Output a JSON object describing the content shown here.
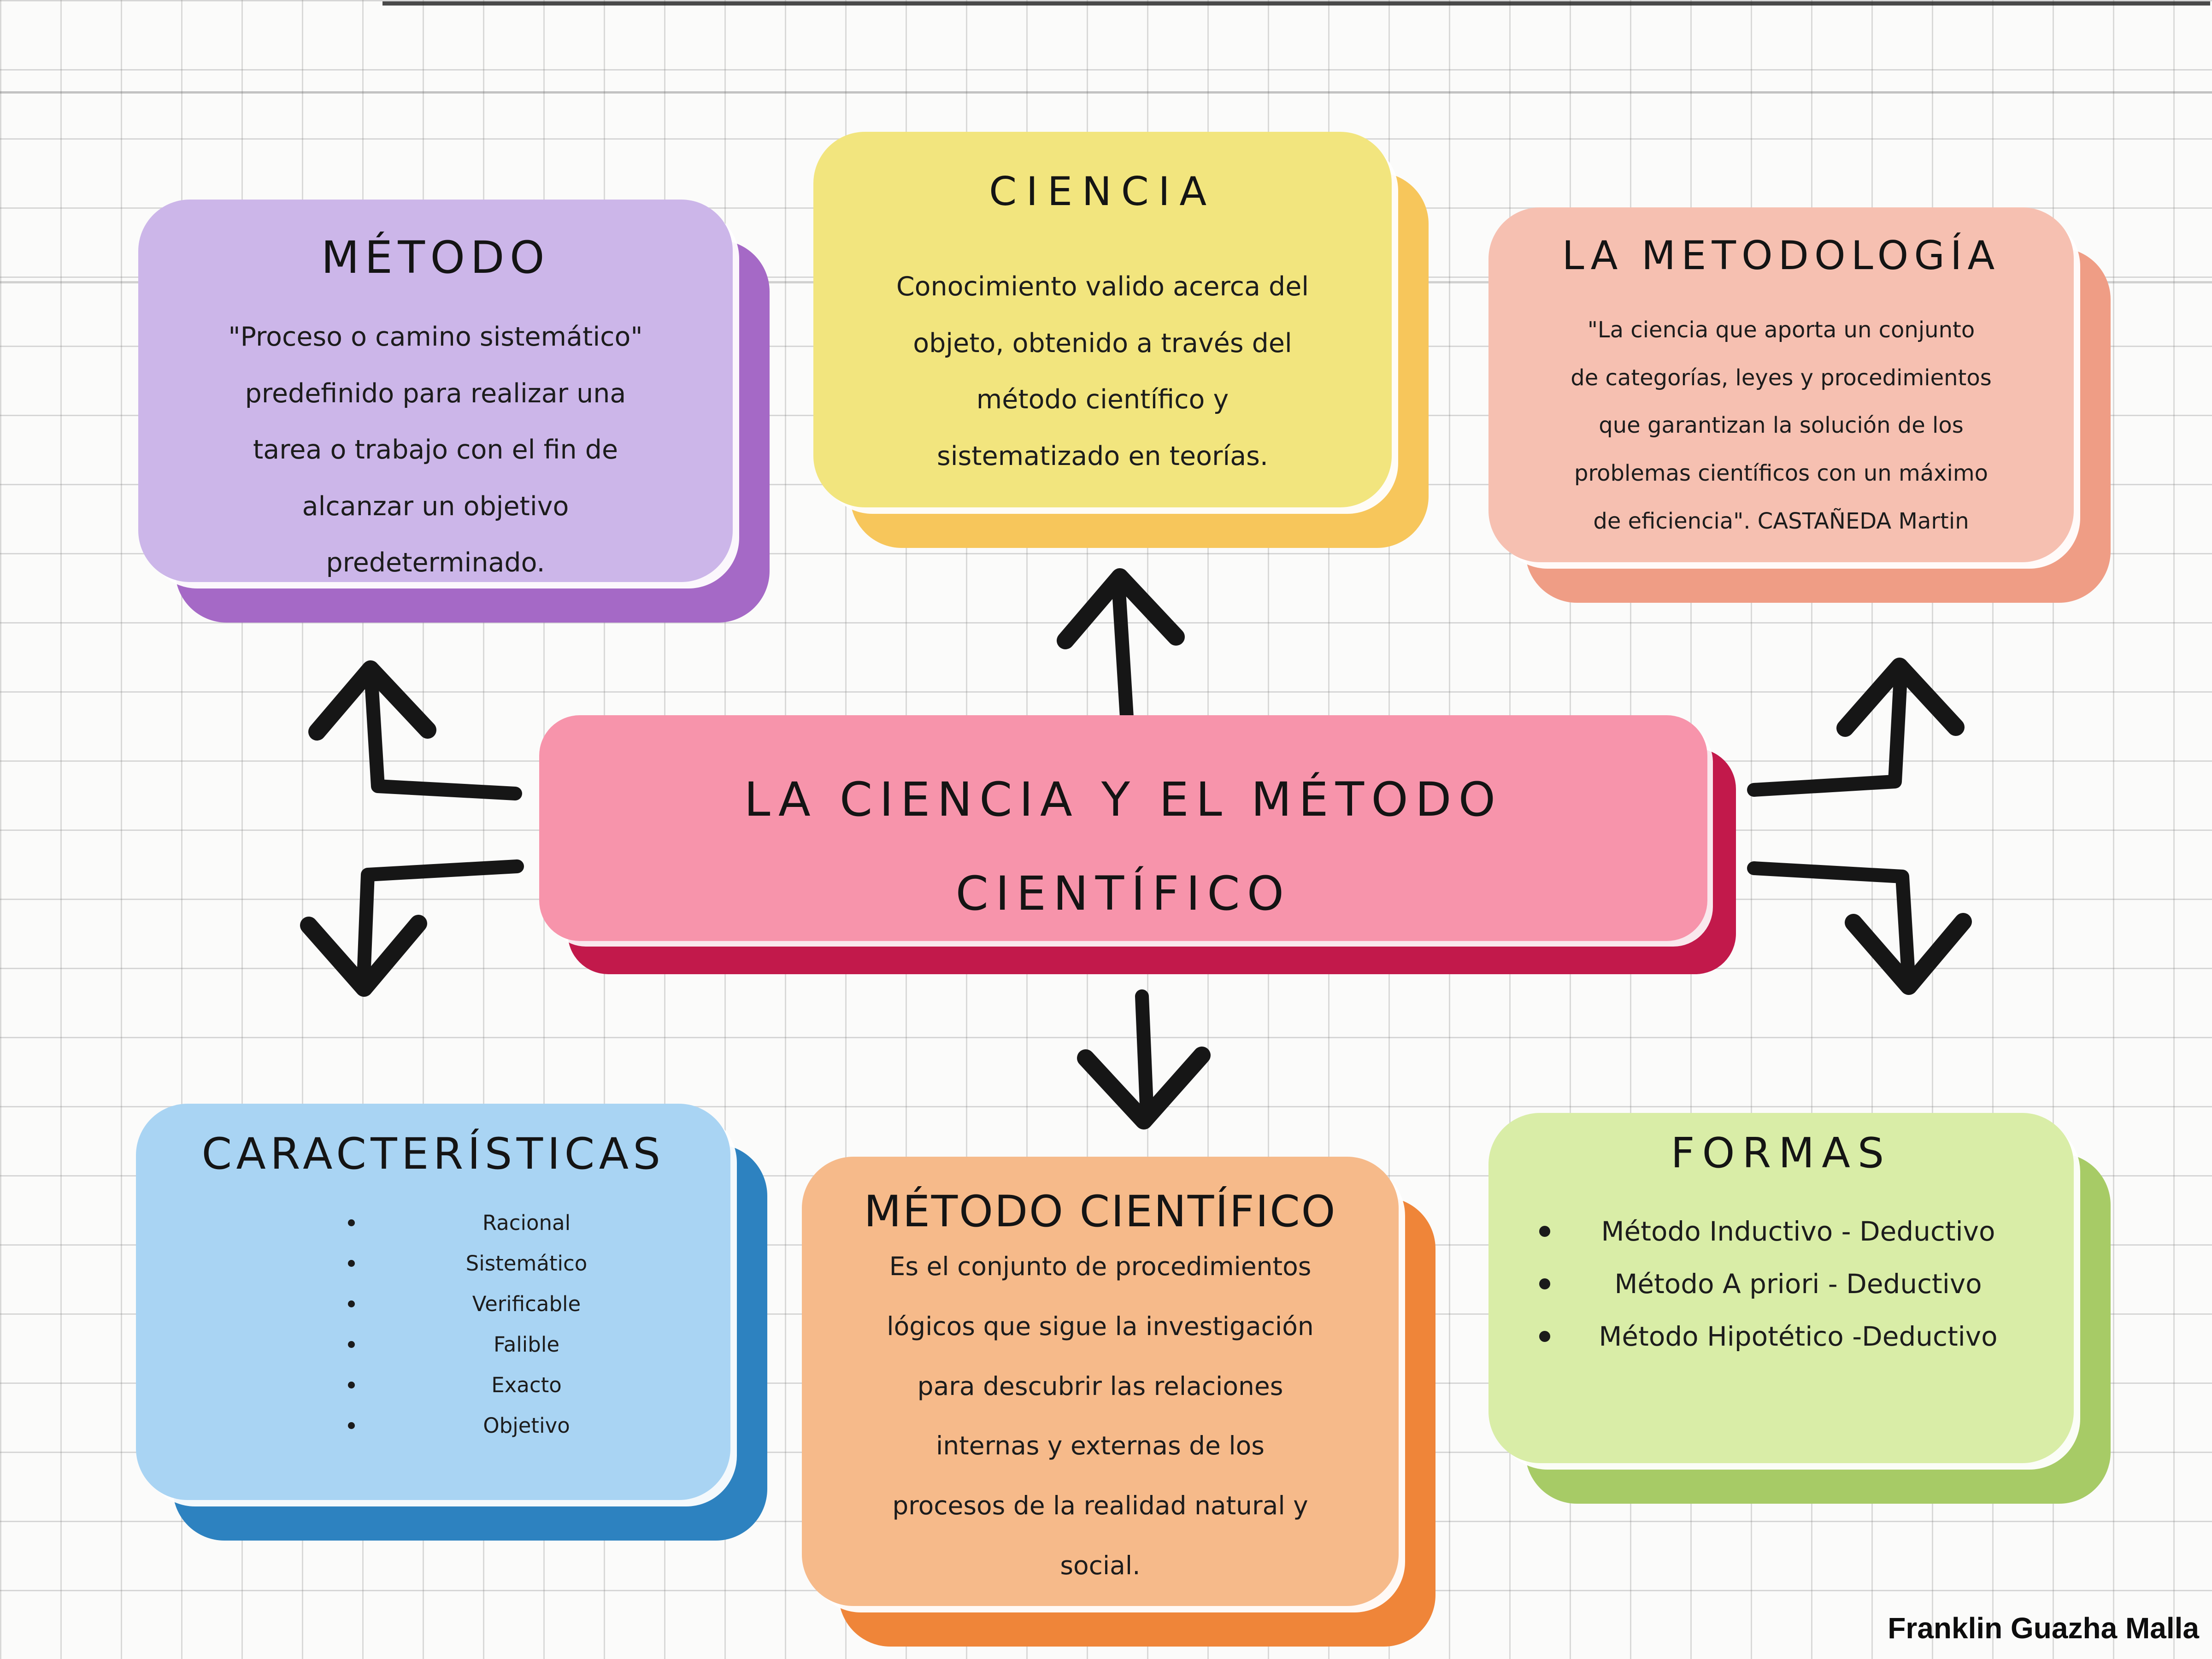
{
  "center": {
    "lines": [
      "LA CIENCIA Y EL MÉTODO",
      "CIENTÍFICO"
    ],
    "fill": "#f794ab",
    "shadow": "#c2194b"
  },
  "nodes": {
    "metodo": {
      "title": "MÉTODO",
      "fill": "#ccb6e9",
      "shadow": "#a569c6",
      "lines": [
        "\"Proceso o camino sistemático\"",
        "predefinido para realizar una",
        "tarea o trabajo con el fin de",
        "alcanzar un objetivo",
        "predeterminado."
      ]
    },
    "ciencia": {
      "title": "CIENCIA",
      "fill": "#f2e57e",
      "shadow": "#f7c65b",
      "lines": [
        "Conocimiento valido acerca del",
        "objeto, obtenido a través del",
        "método científico y",
        "sistematizado en teorías."
      ]
    },
    "metodologia": {
      "title": "LA METODOLOGÍA",
      "fill": "#f6c0b1",
      "shadow": "#ef9d85",
      "lines": [
        "\"La ciencia que aporta un conjunto",
        "de categorías, leyes y procedimientos",
        "que garantizan la solución de los",
        "problemas científicos con un máximo",
        "de eficiencia\". CASTAÑEDA Martin"
      ]
    },
    "caracteristicas": {
      "title": "CARACTERÍSTICAS",
      "fill": "#a9d4f3",
      "shadow": "#2d82c0",
      "items": [
        "Racional",
        "Sistemático",
        "Verificable",
        "Falible",
        "Exacto",
        "Objetivo"
      ]
    },
    "metodo_cientifico": {
      "title": "MÉTODO CIENTÍFICO",
      "fill": "#f6ba8a",
      "shadow": "#ef8539",
      "lines": [
        "Es el conjunto de procedimientos",
        "lógicos que sigue la investigación",
        "para descubrir las relaciones",
        "internas y externas de los",
        "procesos de la realidad natural y",
        "social."
      ]
    },
    "formas": {
      "title": "FORMAS",
      "fill": "#d9eda7",
      "shadow": "#a7cb66",
      "items": [
        "Método Inductivo - Deductivo",
        "Método A priori - Deductivo",
        "Método Hipotético -Deductivo"
      ]
    }
  },
  "attribution": "Franklin Guazha Malla",
  "style": {
    "ink": "#161616",
    "paper": "#fbfbfa",
    "grid_line": "#c9c9c9"
  }
}
